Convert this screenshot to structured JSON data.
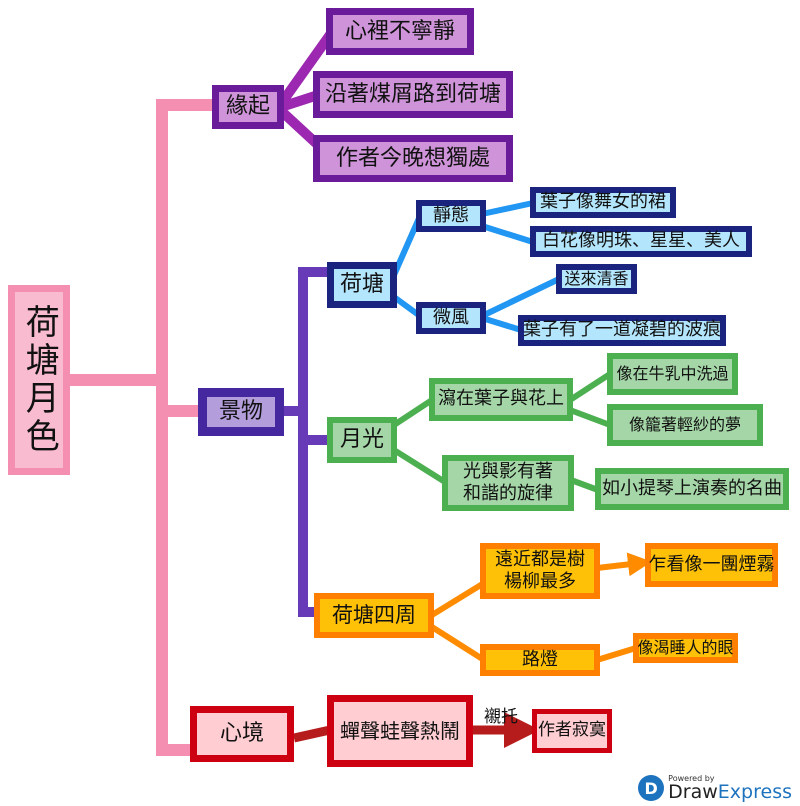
{
  "root": "荷塘月色",
  "branches": {
    "yuanqi": {
      "label": "緣起",
      "children": [
        "心裡不寧靜",
        "沿著煤屑路到荷塘",
        "作者今晚想獨處"
      ]
    },
    "jingwu": {
      "label": "景物",
      "hetang": {
        "label": "荷塘",
        "jingtai": {
          "label": "靜態",
          "children": [
            "葉子像舞女的裙",
            "白花像明珠、星星、美人"
          ]
        },
        "weifeng": {
          "label": "微風",
          "children": [
            "送來清香",
            "葉子有了一道凝碧的波痕"
          ]
        }
      },
      "yueguang": {
        "label": "月光",
        "xie": {
          "label": "瀉在葉子與花上",
          "children": [
            "像在牛乳中洗過",
            "像籠著輕紗的夢"
          ]
        },
        "guang": {
          "label1": "光與影有著",
          "label2": "和諧的旋律",
          "children": [
            "如小提琴上演奏的名曲"
          ]
        }
      },
      "sizhou": {
        "label": "荷塘四周",
        "shu": {
          "label1": "遠近都是樹",
          "label2": "楊柳最多",
          "children": [
            "乍看像一團煙霧"
          ]
        },
        "lu": {
          "label": "路燈",
          "children": [
            "像渴睡人的眼"
          ]
        }
      }
    },
    "xinjing": {
      "label": "心境",
      "child": "蟬聲蛙聲熱鬧",
      "relation": "襯托",
      "result": "作者寂寞"
    }
  },
  "logo": {
    "powered": "Powered by",
    "draw": "Draw",
    "express": "Express"
  },
  "colors": {
    "root": "#F48FB1",
    "yuanqi": "#9C27B0",
    "jingwu": "#673AB7",
    "hetang": "#2196F3",
    "yueguang": "#4CAF50",
    "sizhou": "#FF8C00",
    "xinjing": "#B71C1C"
  }
}
